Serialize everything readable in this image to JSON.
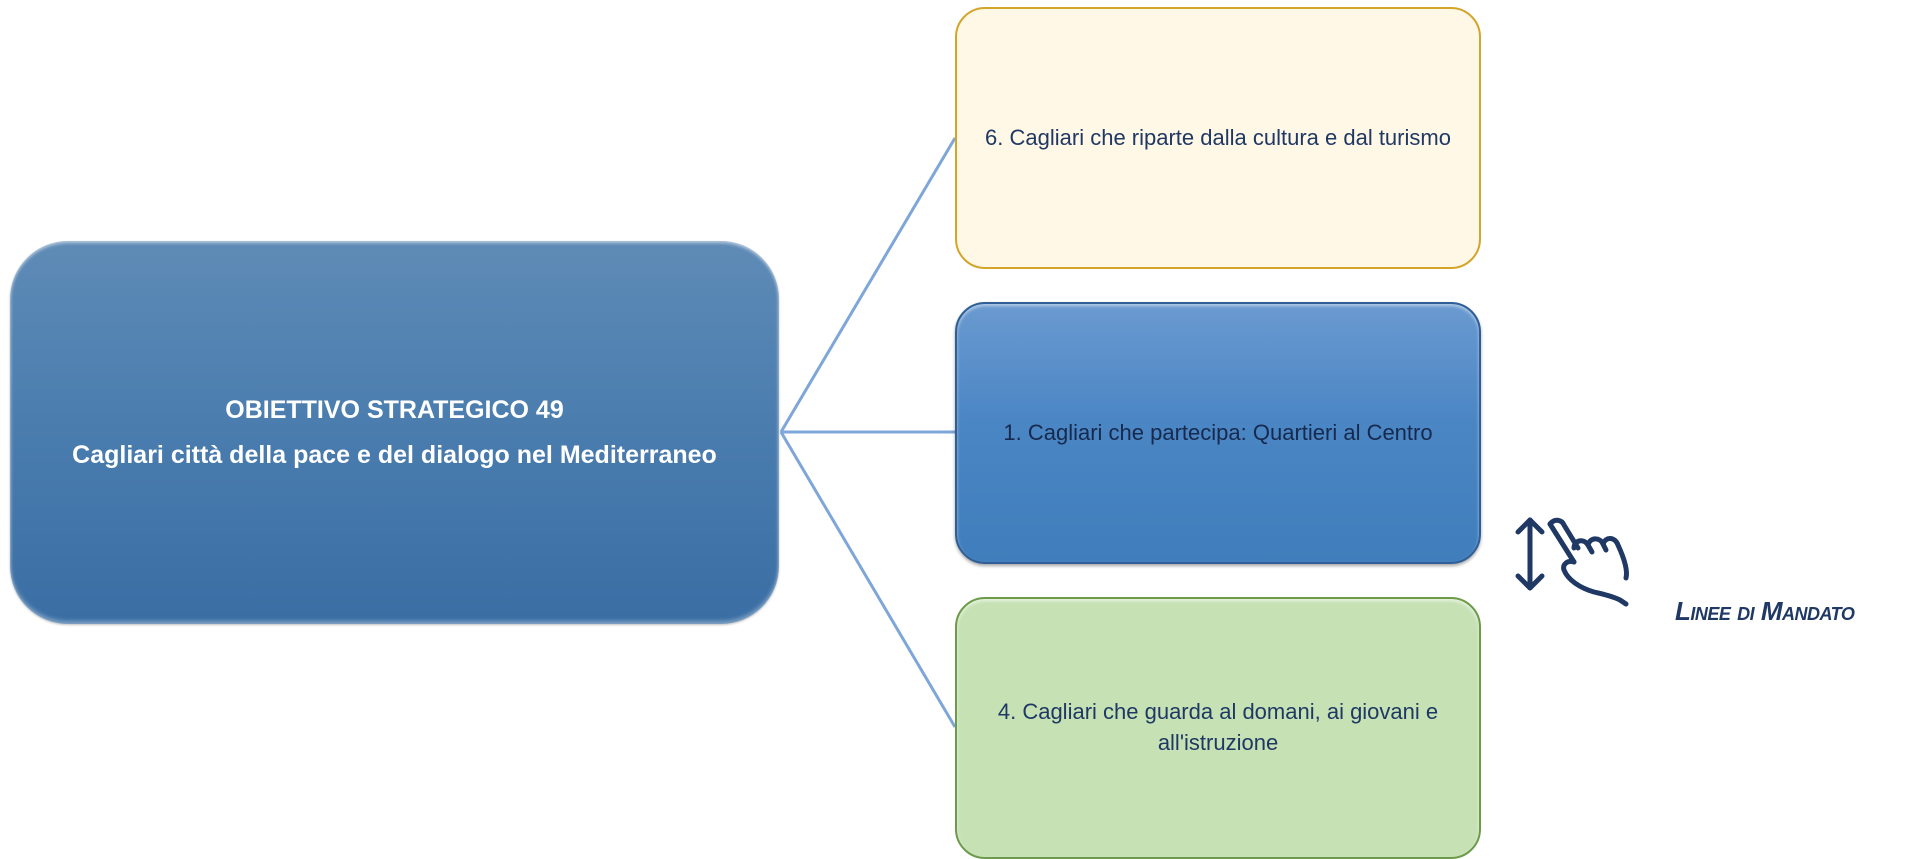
{
  "main": {
    "title": "OBIETTIVO STRATEGICO 49",
    "subtitle": "Cagliari città della pace e del dialogo nel Mediterraneo"
  },
  "branches": [
    {
      "label": "6. Cagliari che riparte dalla cultura e dal turismo",
      "color": "#d4a52b"
    },
    {
      "label": "1. Cagliari che partecipa: Quartieri al Centro",
      "color": "#3f7dbc"
    },
    {
      "label": "4. Cagliari che guarda al domani, ai giovani e all'istruzione",
      "color": "#6e9b4a"
    }
  ],
  "link": {
    "label": "Linee di Mandato",
    "icon": "touch-swipe-icon"
  },
  "colors": {
    "connector": "#7ea6d8",
    "text_dark": "#1f3864"
  }
}
